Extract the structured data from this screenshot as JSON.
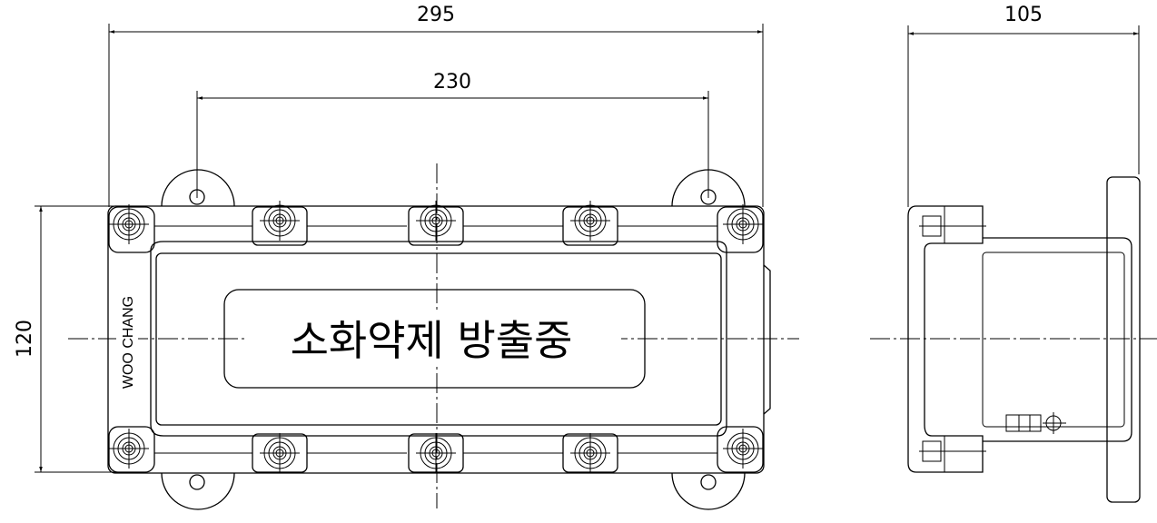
{
  "dimensions": {
    "overall_width": "295",
    "hole_spacing": "230",
    "height": "120",
    "depth": "105"
  },
  "front_view": {
    "brand_text": "WOO CHANG",
    "label_text": "소화약제 방출중"
  }
}
